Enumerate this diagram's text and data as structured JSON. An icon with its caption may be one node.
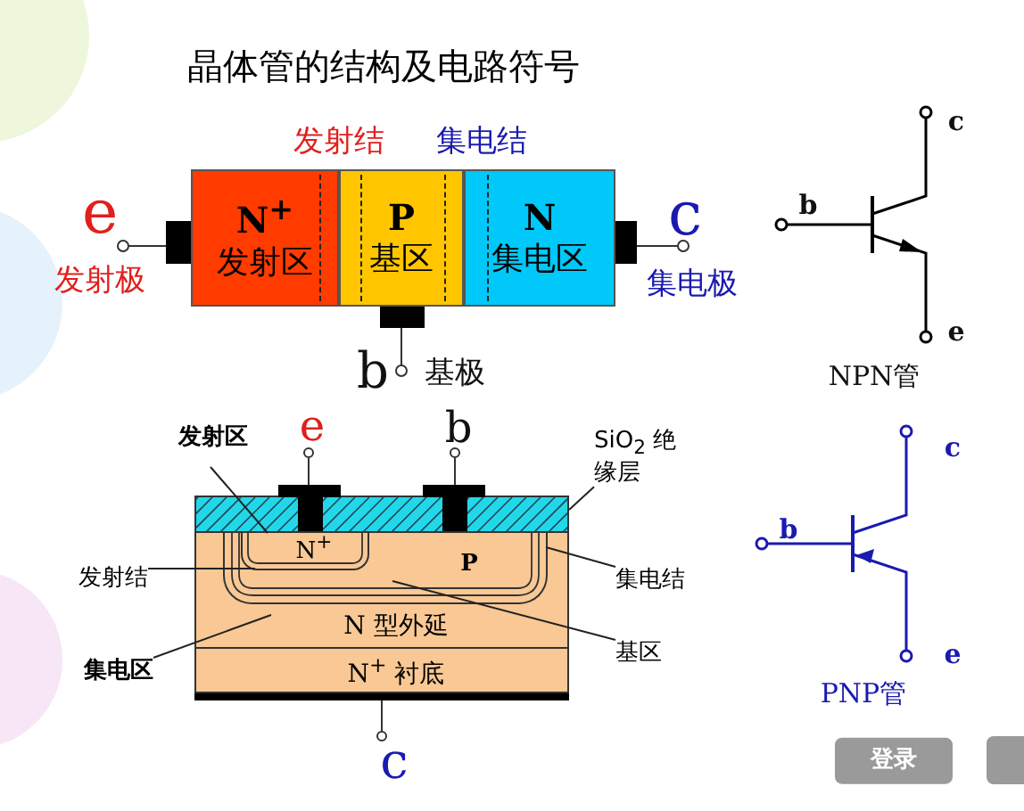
{
  "diagram": {
    "title": "晶体管的结构及电路符号",
    "nodes": [
      {
        "text": [
          "N$^{+}$",
          "发射区"
        ]
      },
      {
        "text": [
          "P",
          "基区"
        ]
      },
      {
        "text": [
          "N",
          "集电区"
        ]
      },
      {
        "text": [
          "发射区"
        ]
      },
      {
        "text": [
          "SiO$_{2}$ 绝缘层"
        ]
      },
      {
        "text": [],
        "shape": "box"
      },
      {
        "text": [
          "N 型外延"
        ]
      },
      {
        "text": [
          "P"
        ],
        "in": 6
      },
      {
        "text": [
          "N$^{+}$"
        ],
        "in": 7
      },
      {
        "text": [
          "N$^{+}$ 衬底"
        ]
      },
      {
        "text": [
          "发射结"
        ]
      },
      {
        "text": [
          "集电结"
        ]
      },
      {
        "text": [
          "集电区"
        ]
      },
      {
        "text": [
          "基区"
        ]
      }
    ],
    "edges": [
      {
        "from": 3,
        "to": 8,
        "arrow": "none"
      },
      {
        "from": 4,
        "to": 5,
        "arrow": "none"
      },
      {
        "from": 10,
        "to": 8,
        "arrow": "none"
      },
      {
        "from": 11,
        "to": 7,
        "arrow": "none"
      },
      {
        "from": 12,
        "to": 6,
        "arrow": "none"
      },
      {
        "from": 13,
        "to": 7,
        "arrow": "none"
      }
    ],
    "labels": [
      "发射结",
      "集电结",
      "e",
      "c",
      "发射极",
      "集电极",
      "b",
      "基极",
      "b",
      "c",
      "e",
      "NPN管",
      "e",
      "b",
      "c",
      "b",
      "c",
      "e",
      "PNP管",
      "登录"
    ]
  }
}
